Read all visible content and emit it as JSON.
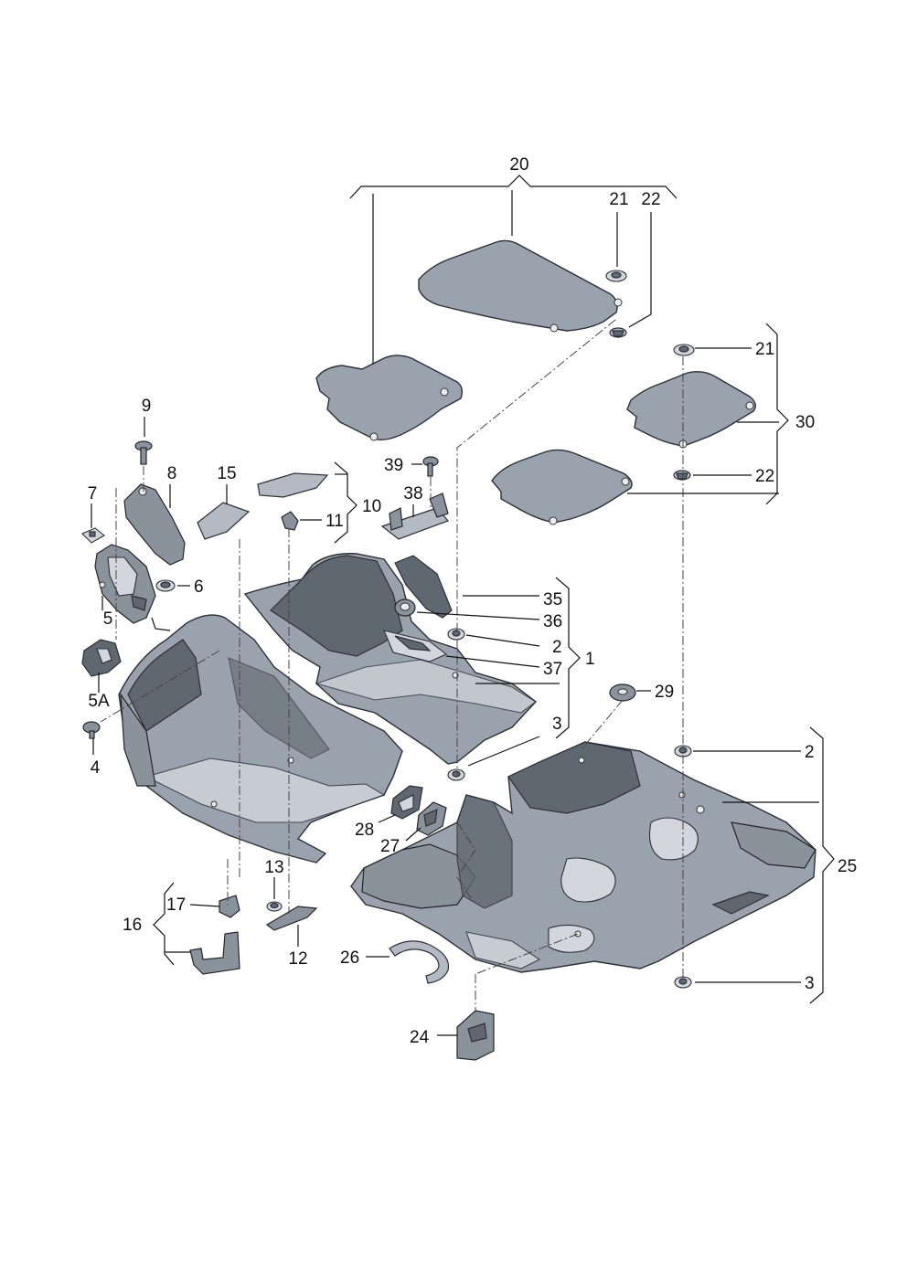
{
  "labels": {
    "l1": "1",
    "l2a": "2",
    "l2b": "2",
    "l3a": "3",
    "l3b": "3",
    "l4": "4",
    "l5": "5",
    "l5a": "5A",
    "l6": "6",
    "l7": "7",
    "l8": "8",
    "l9": "9",
    "l10": "10",
    "l11": "11",
    "l12": "12",
    "l13": "13",
    "l15": "15",
    "l16": "16",
    "l17": "17",
    "l20": "20",
    "l21a": "21",
    "l21b": "21",
    "l22a": "22",
    "l22b": "22",
    "l24": "24",
    "l25": "25",
    "l26": "26",
    "l27": "27",
    "l28": "28",
    "l29": "29",
    "l30": "30",
    "l35": "35",
    "l36": "36",
    "l37": "37",
    "l38": "38",
    "l39": "39"
  },
  "colors": {
    "part_fill": "#9aa2ad",
    "part_shadow": "#5f6771",
    "part_highlight": "#d3d7dd",
    "line": "#111111"
  }
}
